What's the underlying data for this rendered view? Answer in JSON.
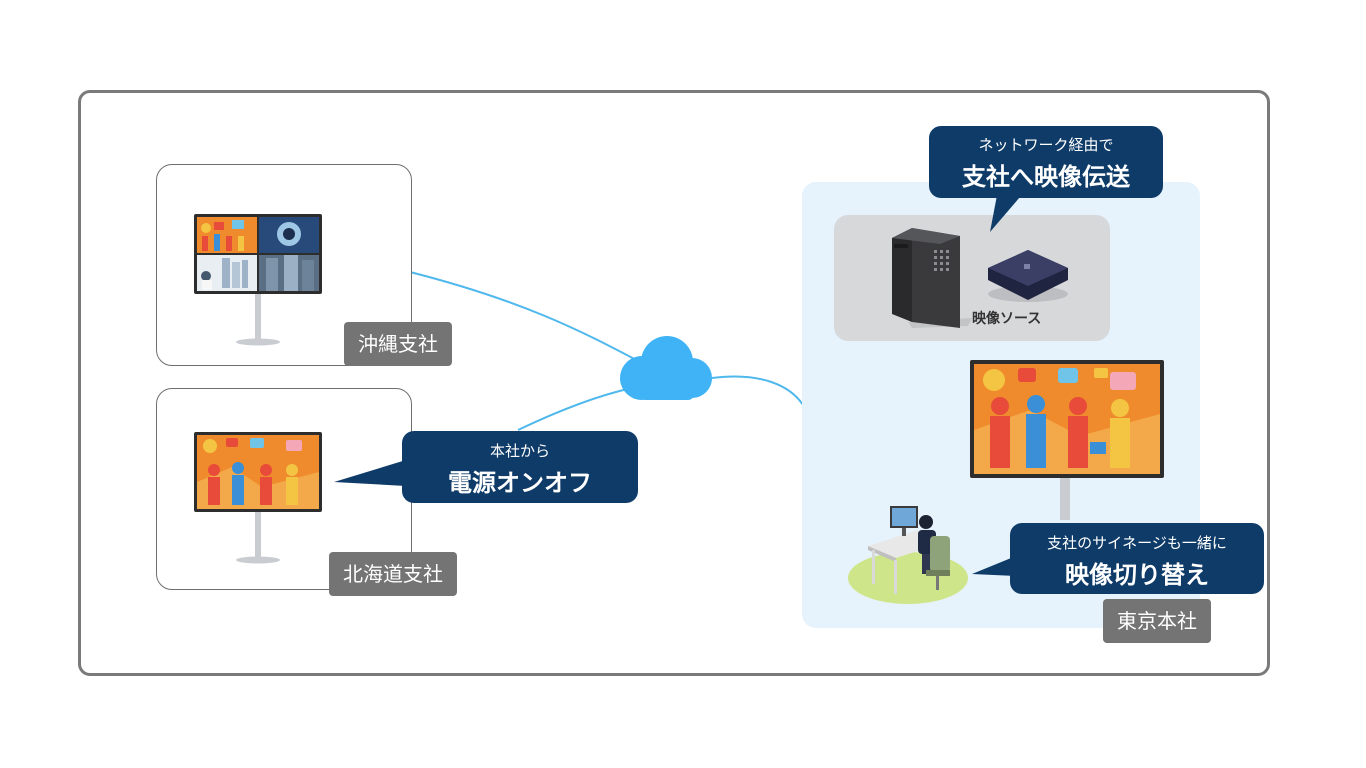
{
  "offices": {
    "okinawa": {
      "label": "沖縄支社"
    },
    "hokkaido": {
      "label": "北海道支社"
    },
    "tokyo": {
      "label": "東京本社"
    }
  },
  "bubbles": {
    "power": {
      "line1": "本社から",
      "line2": "電源オンオフ"
    },
    "transfer": {
      "line1": "ネットワーク経由で",
      "line2": "支社へ映像伝送"
    },
    "switch": {
      "line1": "支社のサイネージも一緒に",
      "line2": "映像切り替え"
    }
  },
  "video_source": {
    "label": "映像ソース"
  },
  "colors": {
    "bubble": "#0e3b68",
    "tag": "#747474",
    "cloud": "#3fb3f5",
    "network_line": "#4fb8ec",
    "tokyo_panel": "#e6f2fc",
    "source_box": "#d7d8da",
    "frame": "#7a7a7a"
  },
  "icons": [
    "cloud-icon",
    "server-tower-icon",
    "media-box-icon",
    "signage-display-icon",
    "operator-desk-icon"
  ]
}
